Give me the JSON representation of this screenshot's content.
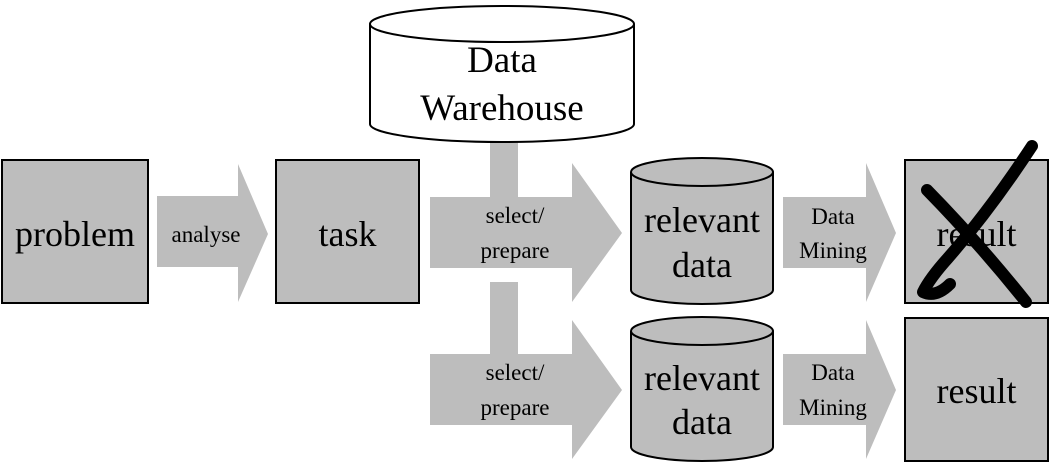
{
  "warehouse": {
    "line1": "Data",
    "line2": "Warehouse"
  },
  "problem": {
    "label": "problem"
  },
  "analyse": {
    "label": "analyse"
  },
  "task": {
    "label": "task"
  },
  "top_row": {
    "select_line1": "select/",
    "select_line2": "prepare",
    "data_line1": "relevant",
    "data_line2": "data",
    "mining_line1": "Data",
    "mining_line2": "Mining",
    "result": "result"
  },
  "bottom_row": {
    "select_line1": "select/",
    "select_line2": "prepare",
    "data_line1": "relevant",
    "data_line2": "data",
    "mining_line1": "Data",
    "mining_line2": "Mining",
    "result": "result"
  },
  "colors": {
    "box_fill": "#bdbdbd",
    "arrow_fill": "#bdbdbd",
    "stroke": "#000000",
    "cross": "#000000"
  }
}
